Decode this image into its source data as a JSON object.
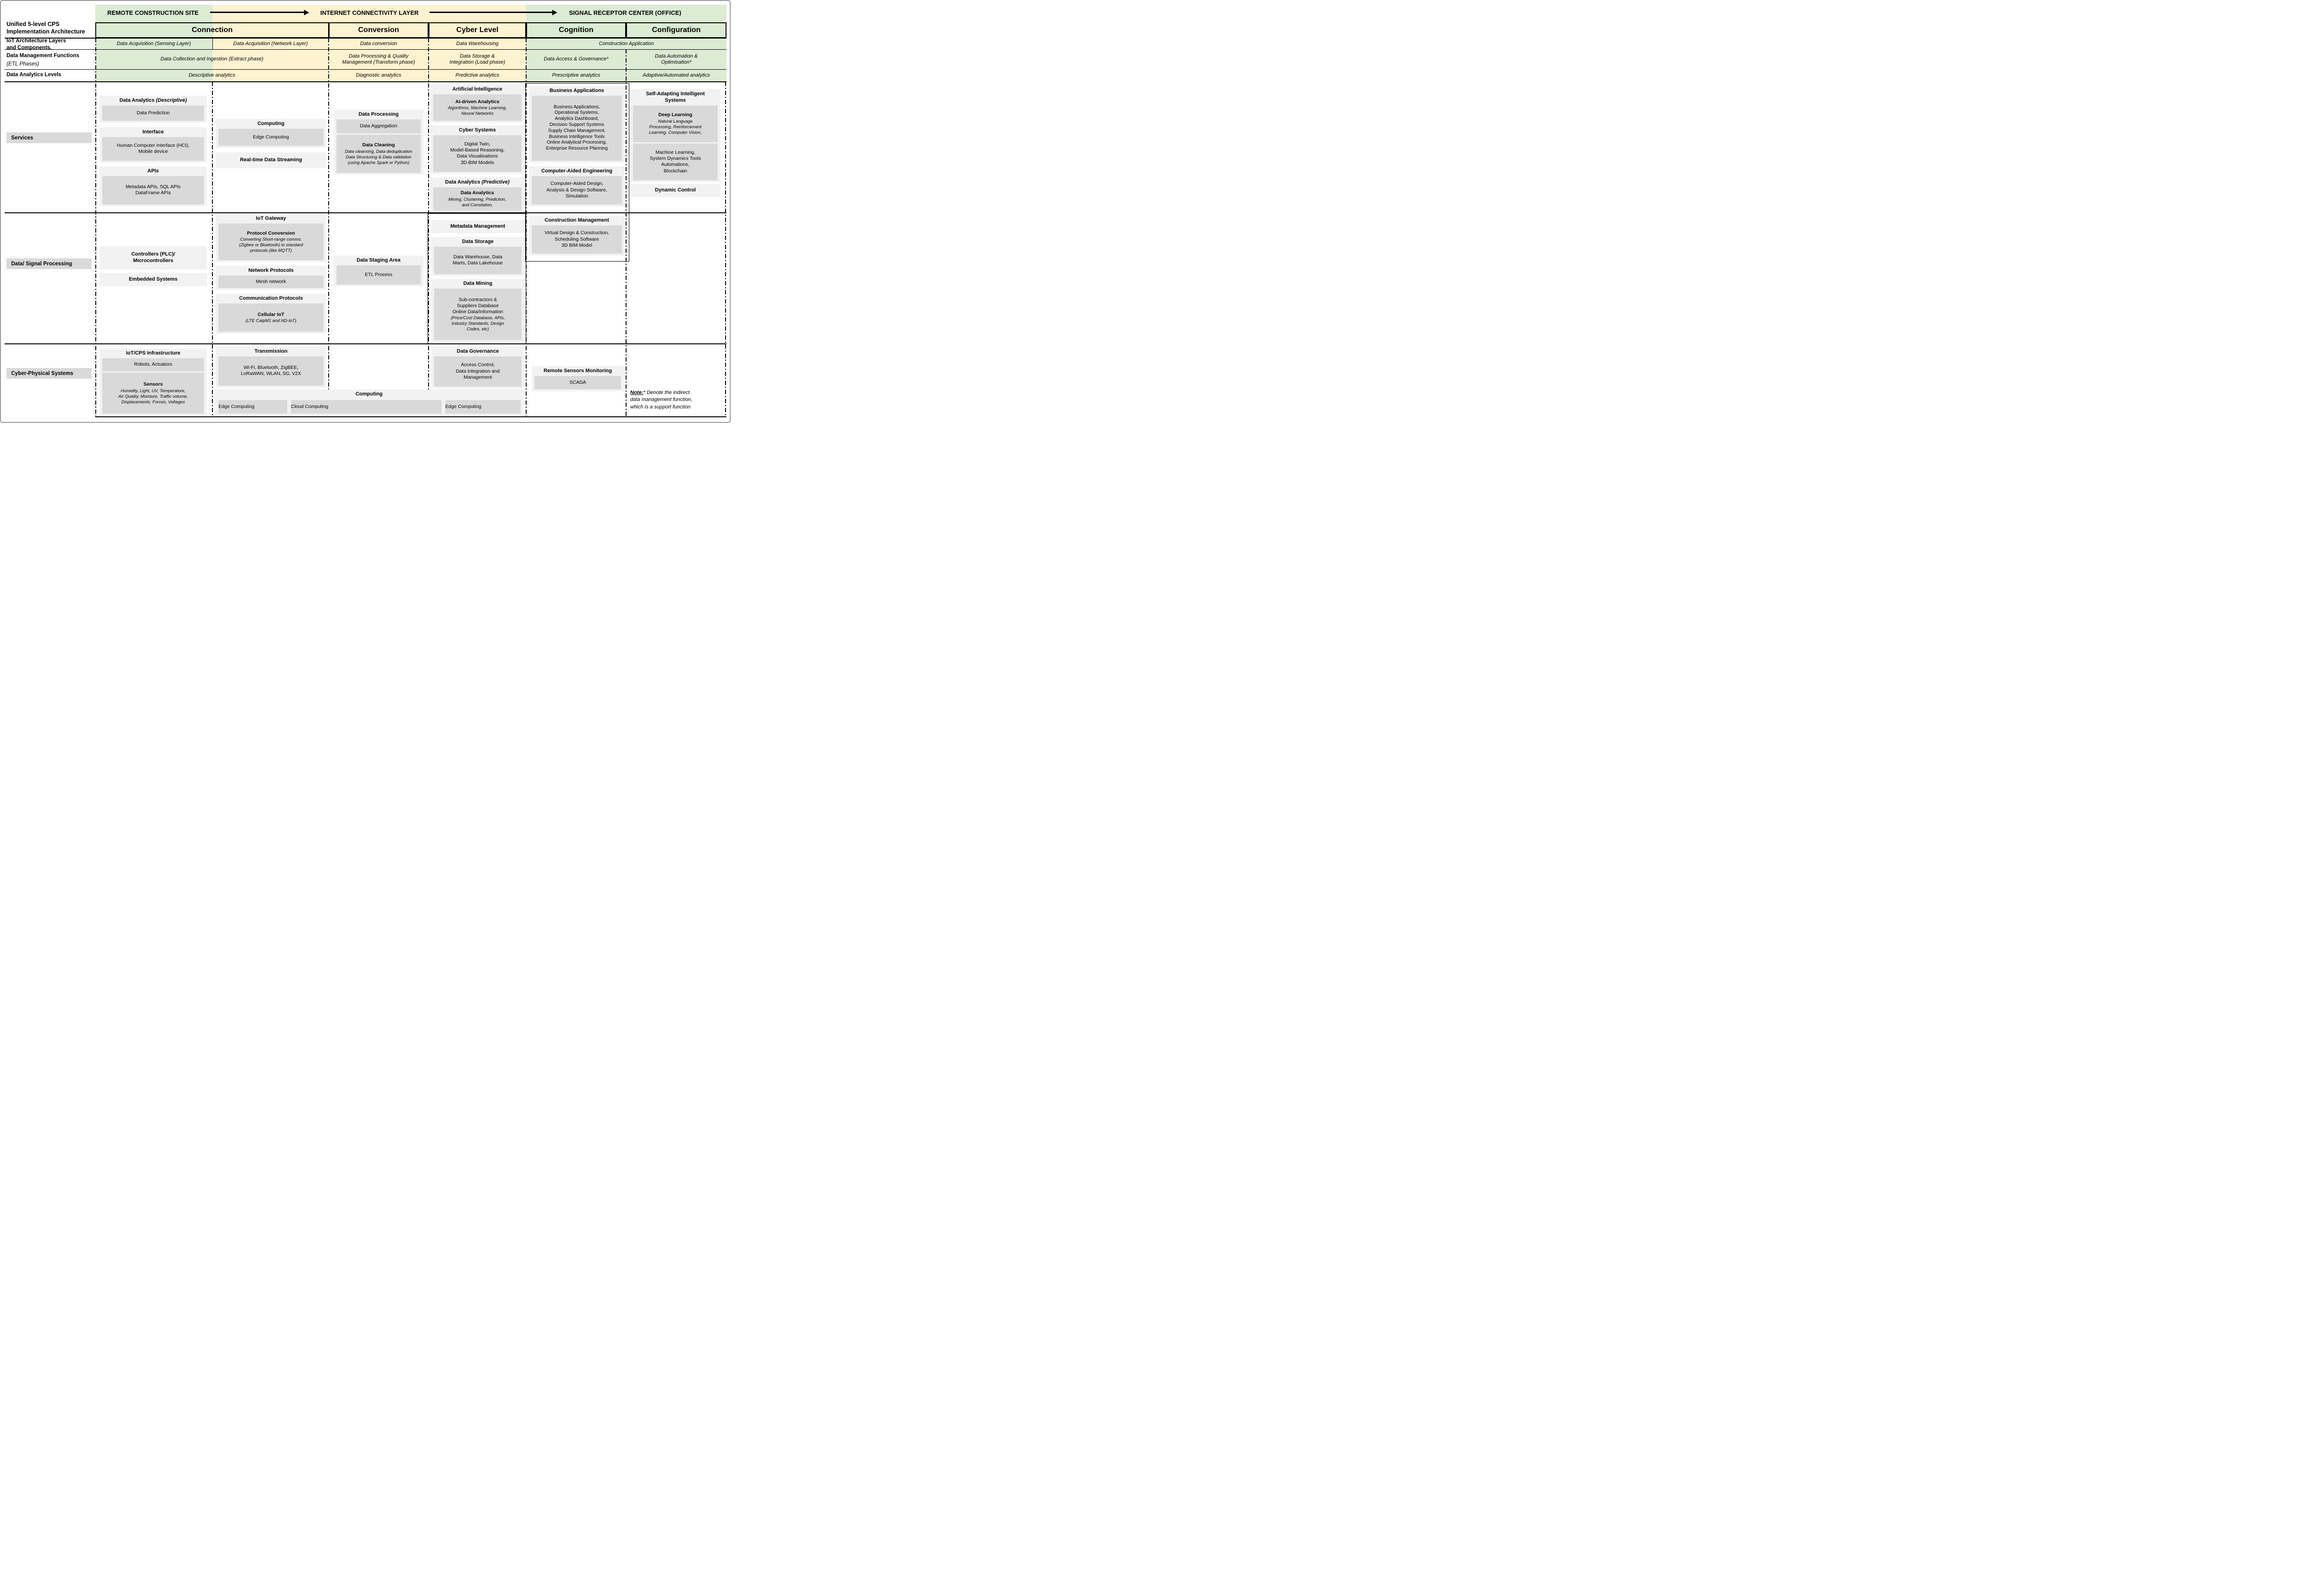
{
  "colors": {
    "green": "#dcebd4",
    "yellow": "#fdf3d0",
    "box_light": "#f2f2f2",
    "box_dark": "#d9d9d9",
    "chip_gray": "#d9d9d9",
    "line": "#000000"
  },
  "banner": {
    "zone1": "REMOTE CONSTRUCTION SITE",
    "zone2": "INTERNET CONNECTIVITY LAYER",
    "zone3": "SIGNAL RECEPTOR CENTER (OFFICE)"
  },
  "left": {
    "title": "Unified 5-level CPS\nImplementation Architecture",
    "row_iot": "IoT Architecture Layers\nand Components.",
    "row_dm": "Data Management Functions",
    "row_dm_note": "(ETL Phases)",
    "row_da": "Data Analytics Levels",
    "services": "Services",
    "data_signal": "Data/ Signal Processing",
    "cps": "Cyber-Physical Systems"
  },
  "levels": {
    "connection": "Connection",
    "conversion": "Conversion",
    "cyber": "Cyber Level",
    "cognition": "Cognition",
    "configuration": "Configuration"
  },
  "iot_layers": {
    "sensing": "Data Acquisition (Sensing Layer)",
    "network": "Data Acquisition (Network Layer)",
    "conversion": "Data conversion",
    "warehousing": "Data Warehousing",
    "application": "Construction Application"
  },
  "etl": {
    "extract": "Data Collection and Ingestion (Extract phase)",
    "transform": "Data Processing & Quality\nManagement (Transform phase)",
    "load": "Data Storage &\nIntegration (Load phase)",
    "access": "Data Access & Governance*",
    "automation": "Data Automation &\nOptimisation*"
  },
  "analytics": {
    "descriptive": "Descriptive analytics",
    "diagnostic": "Diagnostic analytics",
    "predictive": "Predictive analytics",
    "prescriptive": "Prescriptive analytics",
    "adaptive": "Adaptive/Automated analytics"
  },
  "services": {
    "data_analytics": {
      "title": "Data Analytics",
      "note": "(Descriptive)",
      "item": "Data Prediction"
    },
    "interface": {
      "title": "Interface",
      "item": "Human Computer Interface (HCI),\nMobile device"
    },
    "apis": {
      "title": "APIs",
      "item": "Metadata APIs, SQL APIs\nDataFrame APIs"
    },
    "computing": {
      "title": "Computing",
      "item": "Edge Computing"
    },
    "streaming": {
      "title": "Real-time Data Streaming"
    },
    "data_processing": {
      "title": "Data Processing",
      "item": "Data Aggregation",
      "item2_title": "Data Cleaning",
      "item2_note": "Data cleansing, Data deduplication\nData Structuring & Data validation\n(using Apache Spark or Python)"
    },
    "ai": {
      "title": "Artificial Intelligence",
      "item_title": "AI-driven Analytics",
      "item_note": "Algorithms, Machine Learning,\nNeural Networks"
    },
    "cyber_systems": {
      "title": "Cyber Systems",
      "item": "Digital Twin,\nModel-Based Reasoning,\nData Visualisations\n3D-BIM Models"
    },
    "data_analytics_predictive": {
      "title": "Data Analytics",
      "note": "(Predictive)",
      "item_title": "Data Analytics",
      "item_note": "Mining, Clustering, Prediction,\nand Correlation,"
    },
    "business_apps": {
      "title": "Business Applications",
      "item": "Business Applications,\nOperational Systems,\nAnalytics Dashboard,\nDecision Support Systems\nSupply Chain Management,\nBusiness Intelligence Tools\nOnline Analytical Processing,\nEnterprise Resource Planning"
    },
    "cae": {
      "title": "Computer-Aided Engineering",
      "item": "Computer-Aided Design,\nAnalysis & Design Software,\nSimulation"
    },
    "construction_mgmt": {
      "title": "Construction Management",
      "item": "Virtual Design & Construction,\nScheduling Software\n3D BIM Model"
    },
    "self_adapting": {
      "title": "Self-Adapting Intelligent\nSystems",
      "item_title": "Deep Learning",
      "item_note": "Natural Language\nProcessing, Reinforcement\nLearning, Computer Vision,",
      "item2": "Machine Learning,\nSystem Dynamics Tools\nAutomations,\nBlockchain"
    },
    "dynamic_control": {
      "title": "Dynamic Control"
    }
  },
  "data_signal": {
    "controllers": {
      "title": "Controllers (PLC)/\nMicrocontrollers"
    },
    "embedded": {
      "title": "Embedded Systems"
    },
    "gateway": {
      "title": "IoT Gateway",
      "item_title": "Protocol Conversion",
      "item_note": "Converting Short-range comms.\n(Zigbee or Bluetooth) to standard\nprotocols (like MQTT)"
    },
    "network_protocols": {
      "title": "Network Protocols",
      "item": "Mesh network"
    },
    "comm_protocols": {
      "title": "Communication Protocols",
      "item_title": "Cellular IoT",
      "item_note": "(LTE CatpM1 and ND-IoT)"
    },
    "staging": {
      "title": "Data Staging Area",
      "item": "ETL Process"
    },
    "metadata": {
      "title": "Metadata Management"
    },
    "storage": {
      "title": "Data Storage",
      "item": "Data Warehouse, Data\nMarts, Data Lakehouse"
    },
    "mining": {
      "title": "Data Mining",
      "item": "Sub-contractors &\nSuppliers Database\nOnline Data/Information",
      "item_note": "(Price/Cost Database, APIs,\nIndustry Standards, Design\nCodes, etc)"
    }
  },
  "cps": {
    "infrastructure": {
      "title": "IoT/CPS Infrastructure",
      "item": "Robots, Actuators",
      "item2_title": "Sensors",
      "item2_note": "Humidity, Light, UV, Temperature,\nAir Quality, Moisture, Traffic volume,\nDisplacements, Forces, Voltages"
    },
    "transmission": {
      "title": "Transmission",
      "item": "Wi-Fi, Bluetooth, ZigBEE,\nLoRaWAN, WLAN, 5G, V2X"
    },
    "computing": {
      "title": "Computing",
      "edge1": "Edge Computing",
      "cloud": "Cloud Computing",
      "edge2": "Edge Computing"
    },
    "governance": {
      "title": "Data Governance",
      "item": "Access Control,\nData Integration and\nManagement"
    },
    "monitoring": {
      "title": "Remote Sensors Monitoring",
      "item": "SCADA"
    },
    "note_label": "Note:",
    "note_text": "* Denote the indirect\ndata management function,\nwhich is a support function"
  }
}
